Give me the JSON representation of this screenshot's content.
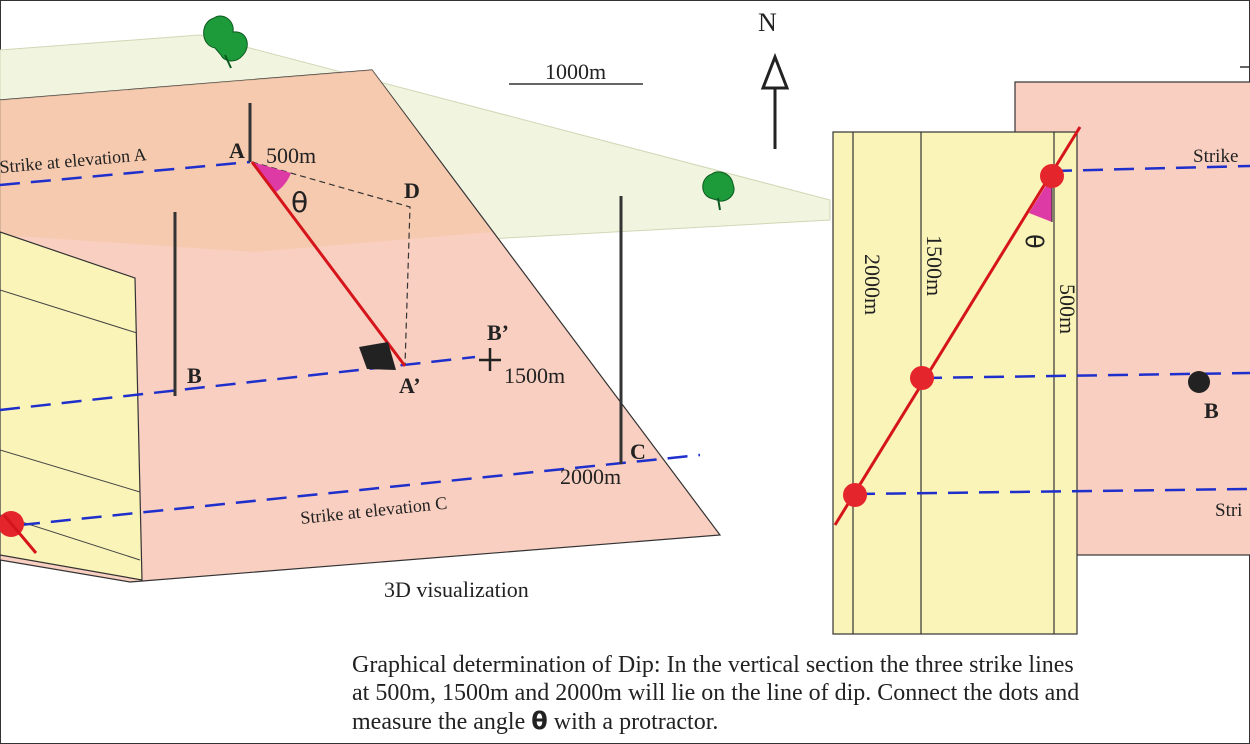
{
  "labels": {
    "scale": "1000m",
    "north": "N",
    "point_a": "A",
    "point_a_elev": "500m",
    "theta": "θ",
    "point_d": "D",
    "point_b": "B",
    "point_b_prime": "B’",
    "point_b_elev": "1500m",
    "point_a_prime": "A’",
    "point_c": "C",
    "point_c_elev": "2000m",
    "strike_a": "Strike at elevation A",
    "strike_c": "Strike at elevation C",
    "visualization_3d": "3D visualization",
    "section_2000": "2000m",
    "section_1500": "1500m",
    "section_500": "500m",
    "section_theta": "θ",
    "map_strike_top": "Strike",
    "map_b": "B",
    "map_strike_bottom": "Stri"
  },
  "caption": {
    "text_before": "Graphical determination of Dip: In the vertical section the three strike lines\nat 500m, 1500m and 2000m will lie on the line of dip. Connect the dots and\nmeasure the angle ",
    "symbol": "θ",
    "text_after": " with a protractor."
  },
  "colors": {
    "plane_fill": "#f9cfc1",
    "top_surface_fill": "#f1f5e0",
    "section_fill": "#fbf4b8",
    "strike_line": "#1f2fcc",
    "dip_line": "#d5151b",
    "dot": "#e5252c",
    "angle_fill": "#de3aa6",
    "tree": "#1d9a3a"
  },
  "icons": [
    "tree-icon",
    "north-arrow-icon",
    "cross-marker-icon",
    "dot-icon"
  ]
}
